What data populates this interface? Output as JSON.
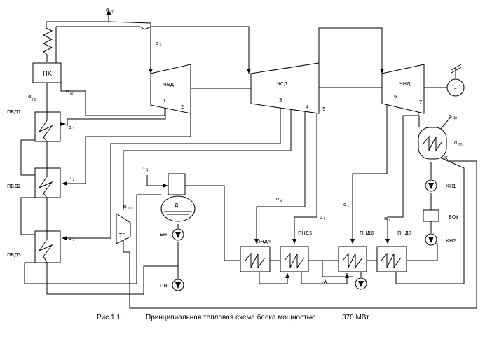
{
  "caption": {
    "figure": "Рис  1.1.",
    "title": "Принципиальная тепловая схема блока мощностью",
    "power": "370 МВт"
  },
  "equipment": {
    "pk": "ПК",
    "chvd": "ЧВД",
    "chsd": "ЧСД",
    "chnd": "ЧНД",
    "pvd1": "ПВД1",
    "pvd2": "ПВД2",
    "pvd3": "ПВД3",
    "deaerator": "Д",
    "tp": "ТП",
    "bn": "БН",
    "pn": "ПН",
    "pnd4": "ПНД4",
    "pnd5": "ПНД5",
    "pnd6": "ПНД6",
    "pnd7": "ПНД7",
    "condenser": "К",
    "kn1": "КН1",
    "bou": "БОУ",
    "kn2": "КН2",
    "generator": "~"
  },
  "extraction_numbers": [
    "1",
    "2",
    "3",
    "4",
    "5",
    "6",
    "7"
  ],
  "flows": {
    "a_ut": {
      "base": "α",
      "sub": "УТ"
    },
    "a0": {
      "base": "α",
      "sub": "0"
    },
    "a_pv": {
      "base": "α",
      "sub": "ПВ"
    },
    "a_pp": {
      "base": "α",
      "sub": "ПП"
    },
    "a1": {
      "base": "α",
      "sub": "1"
    },
    "a2": {
      "base": "α",
      "sub": "2"
    },
    "a3": {
      "base": "α",
      "sub": "3"
    },
    "a_d": {
      "base": "α",
      "sub": "Д"
    },
    "a_tp": {
      "base": "α",
      "sub": "ТП"
    },
    "a4": {
      "base": "α",
      "sub": "4"
    },
    "a5": {
      "base": "α",
      "sub": "5"
    },
    "a6": {
      "base": "α",
      "sub": "6"
    },
    "a7": {
      "base": "α",
      "sub": "7"
    },
    "a_dv": {
      "base": "α",
      "sub": "ДВ"
    },
    "a_tp_k": {
      "base": "α",
      "sub": "ТП"
    }
  }
}
